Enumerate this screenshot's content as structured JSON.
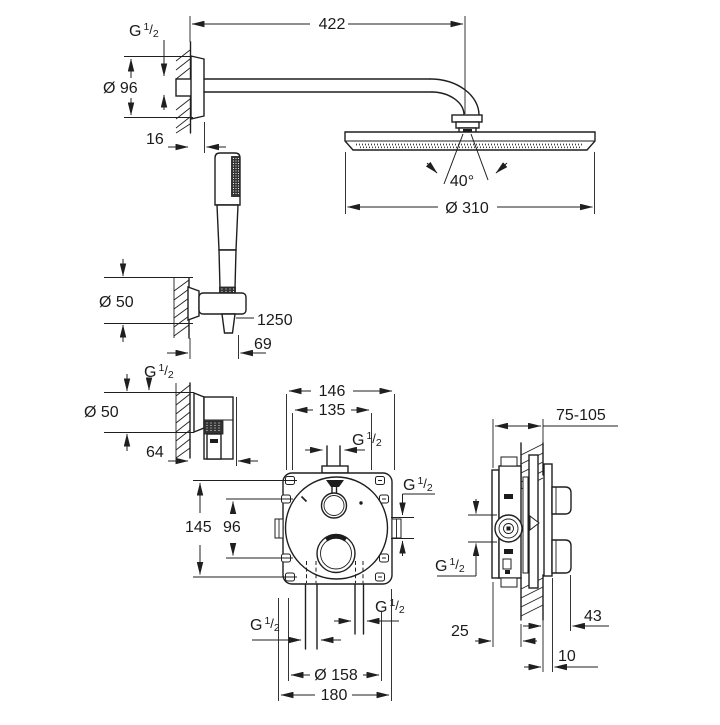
{
  "drawing": {
    "title": "shower-system-dimensional-drawing",
    "colors": {
      "line": "#1f1f1f",
      "background": "#ffffff"
    },
    "labels": {
      "dim_422": "422",
      "dia_96": "Ø 96",
      "dim_16": "16",
      "angle_40": "40°",
      "dia_310": "Ø 310",
      "dia_50_holder": "Ø 50",
      "dim_1250": "1250",
      "dim_69": "69",
      "dia_50_elbow": "Ø 50",
      "dim_64": "64",
      "dim_146": "146",
      "dim_135": "135",
      "dim_145": "145",
      "dim_96": "96",
      "dia_158": "Ø 158",
      "dim_180": "180",
      "dim_75_105": "75-105",
      "dim_25": "25",
      "dim_43": "43",
      "dim_10": "10",
      "g_thread": {
        "g": "G",
        "sup": "1",
        "slash": "/",
        "sub": "2"
      }
    }
  }
}
